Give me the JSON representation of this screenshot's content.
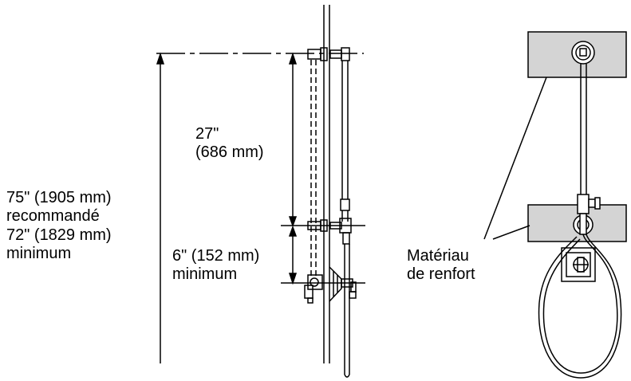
{
  "labels": {
    "dim_27": "27\"",
    "dim_27_mm": "(686 mm)",
    "dim_75": "75\" (1905 mm)",
    "recommande": "recommandé",
    "dim_72": "72\" (1829 mm)",
    "minimum_1": "minimum",
    "dim_6": "6\" (152 mm)",
    "minimum_2": "minimum",
    "materiau": "Matériau",
    "renfort": "de renfort"
  }
}
